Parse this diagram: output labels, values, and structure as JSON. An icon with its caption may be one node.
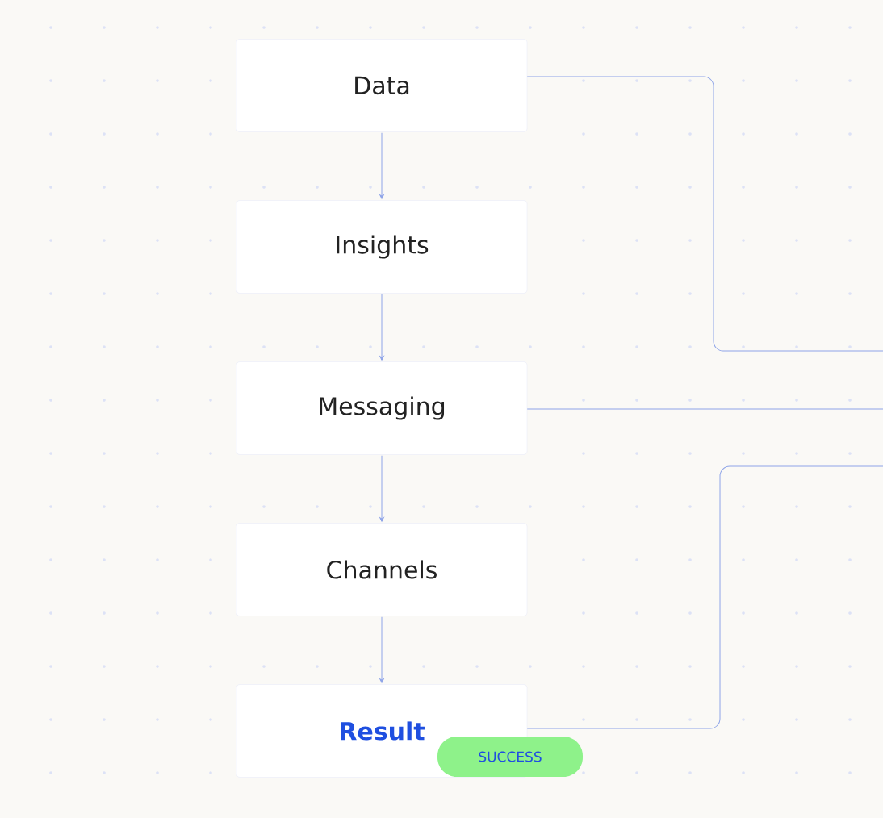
{
  "diagram": {
    "nodes": [
      {
        "text": [
          "Data"
        ]
      },
      {
        "text": [
          "Insights"
        ]
      },
      {
        "text": [
          "Messaging"
        ]
      },
      {
        "text": [
          "Channels"
        ]
      },
      {
        "text": [
          "Result"
        ]
      },
      {
        "text": [
          "SUCCESS"
        ]
      }
    ],
    "edges": [
      {
        "from": 0,
        "to": 1,
        "arrow": "to"
      },
      {
        "from": 1,
        "to": 2,
        "arrow": "to"
      },
      {
        "from": 2,
        "to": 3,
        "arrow": "to"
      },
      {
        "from": 3,
        "to": 4,
        "arrow": "to"
      },
      {
        "from": 0,
        "to": null,
        "arrow": "none"
      },
      {
        "from": 2,
        "to": null,
        "arrow": "none"
      },
      {
        "from": 4,
        "to": null,
        "arrow": "none"
      }
    ]
  }
}
